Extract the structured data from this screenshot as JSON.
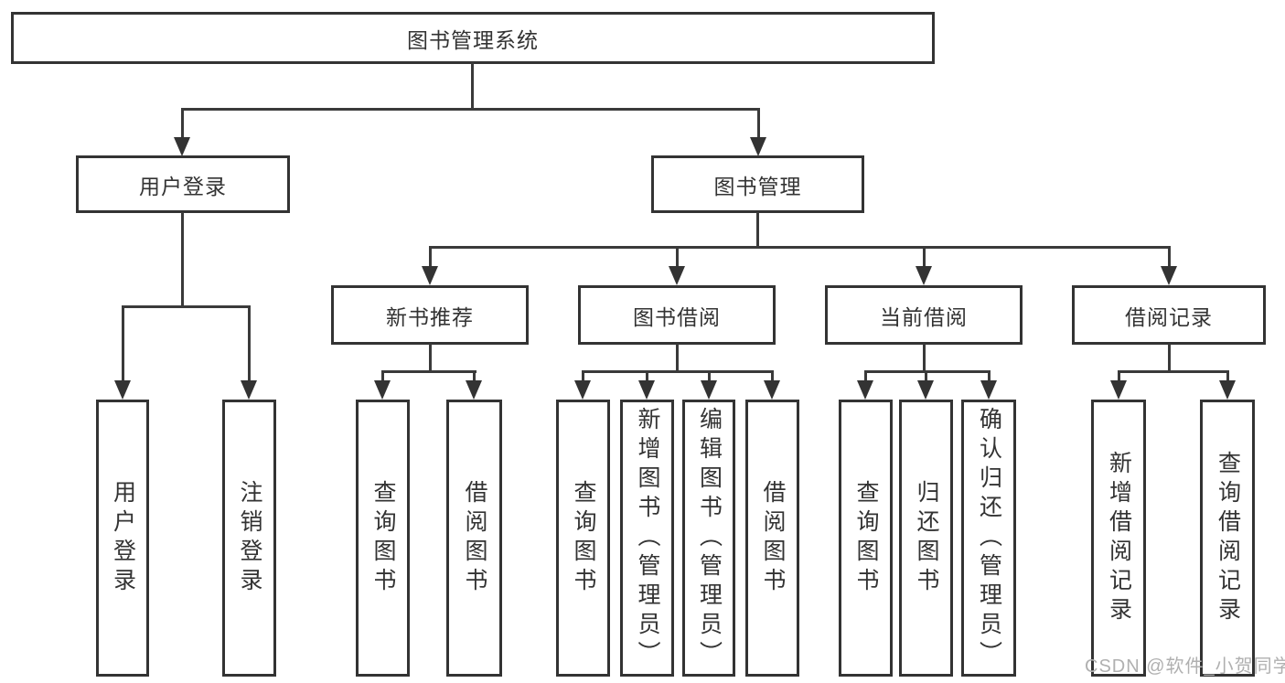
{
  "diagram_type": "hierarchy-tree",
  "colors": {
    "background": "#ffffff",
    "line": "#3a3a3a",
    "border": "#333333",
    "text": "#333333",
    "watermark": "#b0b0b0"
  },
  "tree": {
    "label": "图书管理系统",
    "children": [
      {
        "label": "用户登录",
        "children": [
          {
            "label": "用户登录"
          },
          {
            "label": "注销登录"
          }
        ]
      },
      {
        "label": "图书管理",
        "children": [
          {
            "label": "新书推荐",
            "children": [
              {
                "label": "查询图书"
              },
              {
                "label": "借阅图书"
              }
            ]
          },
          {
            "label": "图书借阅",
            "children": [
              {
                "label": "查询图书"
              },
              {
                "label": "新增图书（管理员）"
              },
              {
                "label": "编辑图书（管理员）"
              },
              {
                "label": "借阅图书"
              }
            ]
          },
          {
            "label": "当前借阅",
            "children": [
              {
                "label": "查询图书"
              },
              {
                "label": "归还图书"
              },
              {
                "label": "确认归还（管理员）"
              }
            ]
          },
          {
            "label": "借阅记录",
            "children": [
              {
                "label": "新增借阅记录"
              },
              {
                "label": "查询借阅记录"
              }
            ]
          }
        ]
      }
    ]
  },
  "watermark": {
    "text": "CSDN @软件_小贺同学"
  }
}
